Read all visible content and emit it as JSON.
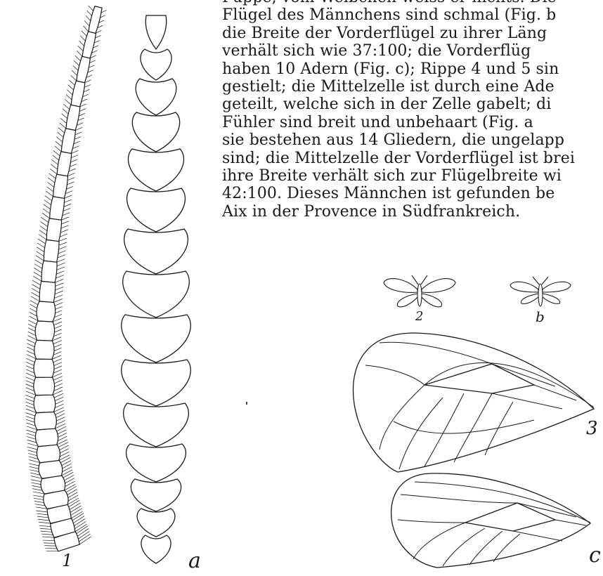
{
  "text": {
    "lines": [
      "Puppe, vom Weibchen weiss er nichts. Die",
      "Flügel des Männchens sind schmal (Fig. b",
      "die Breite der Vorderflügel zu ihrer Läng",
      "verhält sich wie 37:100; die Vorderflüg",
      "haben 10 Adern (Fig. c); Rippe 4 und 5 sin",
      "gestielt; die Mittelzelle ist durch eine Ade",
      "geteilt, welche sich in der Zelle gabelt; di",
      "Fühler sind breit und unbehaart (Fig. a",
      "sie bestehen aus 14 Gliedern, die ungelapp",
      "sind; die Mittelzelle der Vorderflügel ist brei",
      "ihre Breite verhält sich zur Flügelbreite wi",
      "42:100. Dieses Männchen ist gefunden be",
      "Aix in der Provence in Südfrankreich."
    ]
  },
  "figures": {
    "fig1": {
      "label": "1",
      "icon": "hairy-antenna-drawing"
    },
    "figa": {
      "label": "a",
      "icon": "heart-segment-antenna-drawing"
    },
    "fig2": {
      "label": "2",
      "icon": "moth-drawing"
    },
    "figb": {
      "label": "b",
      "icon": "moth-drawing"
    },
    "fig3": {
      "label": "3",
      "icon": "forewing-venation-drawing"
    },
    "figc": {
      "label": "c",
      "icon": "wing-venation-drawing"
    }
  },
  "colors": {
    "ink": "#1a1a1a",
    "paper": "#ffffff"
  }
}
